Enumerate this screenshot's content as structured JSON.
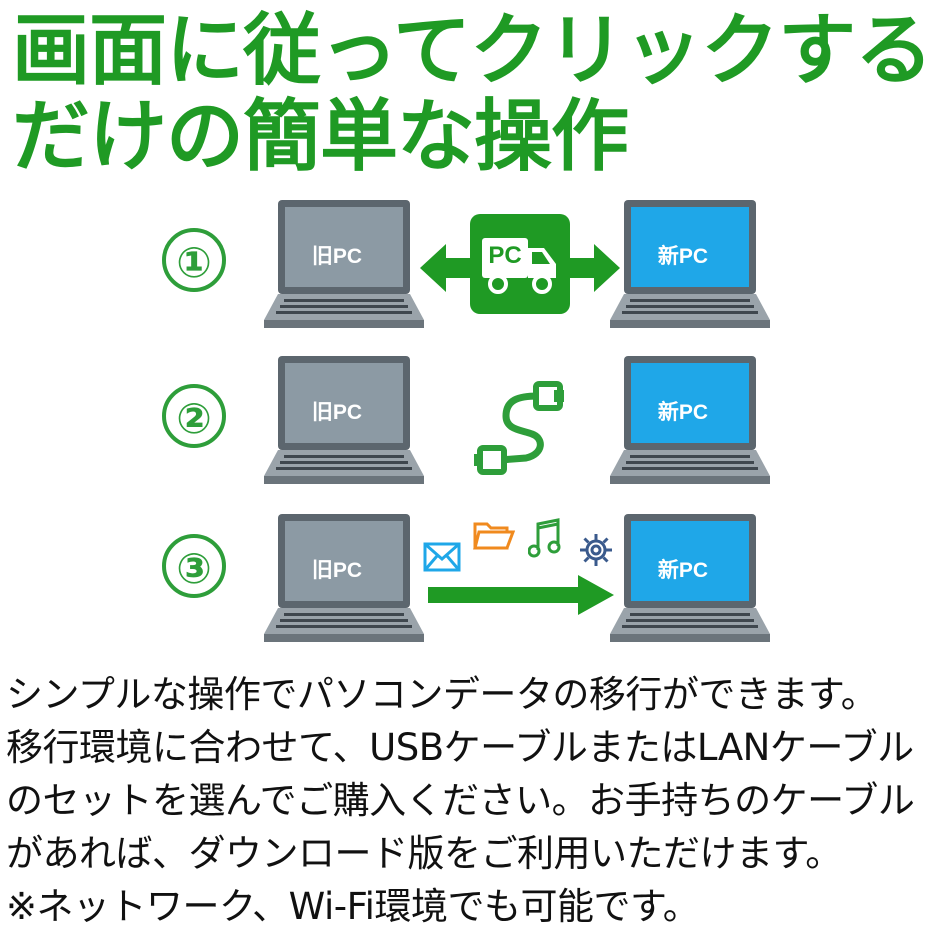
{
  "headline": {
    "line1": "画面に従ってクリックする",
    "line2": "だけの簡単な操作"
  },
  "steps": [
    {
      "number": "①",
      "old_pc": "旧PC",
      "new_pc": "新PC"
    },
    {
      "number": "②",
      "old_pc": "旧PC",
      "new_pc": "新PC"
    },
    {
      "number": "③",
      "old_pc": "旧PC",
      "new_pc": "新PC"
    }
  ],
  "truck_label": "PC",
  "icons": [
    "bidirectional-arrow-icon",
    "truck-icon",
    "usb-cable-icon",
    "mail-icon",
    "folder-icon",
    "music-icon",
    "gear-icon",
    "right-arrow-icon"
  ],
  "description": {
    "line1": "シンプルな操作でパソコンデータの移行ができます。",
    "line2": "移行環境に合わせて、USBケーブルまたはLANケーブル",
    "line3": "のセットを選んでご購入ください。お手持ちのケーブル",
    "line4": "があれば、ダウンロード版をご利用いただけます。",
    "line5": "※ネットワーク、Wi-Fi環境でも可能です。"
  },
  "colors": {
    "green": "#1f9a24",
    "old_screen": "#8c9aa4",
    "new_screen": "#1fa7e8",
    "laptop_frame": "#5c666e"
  }
}
